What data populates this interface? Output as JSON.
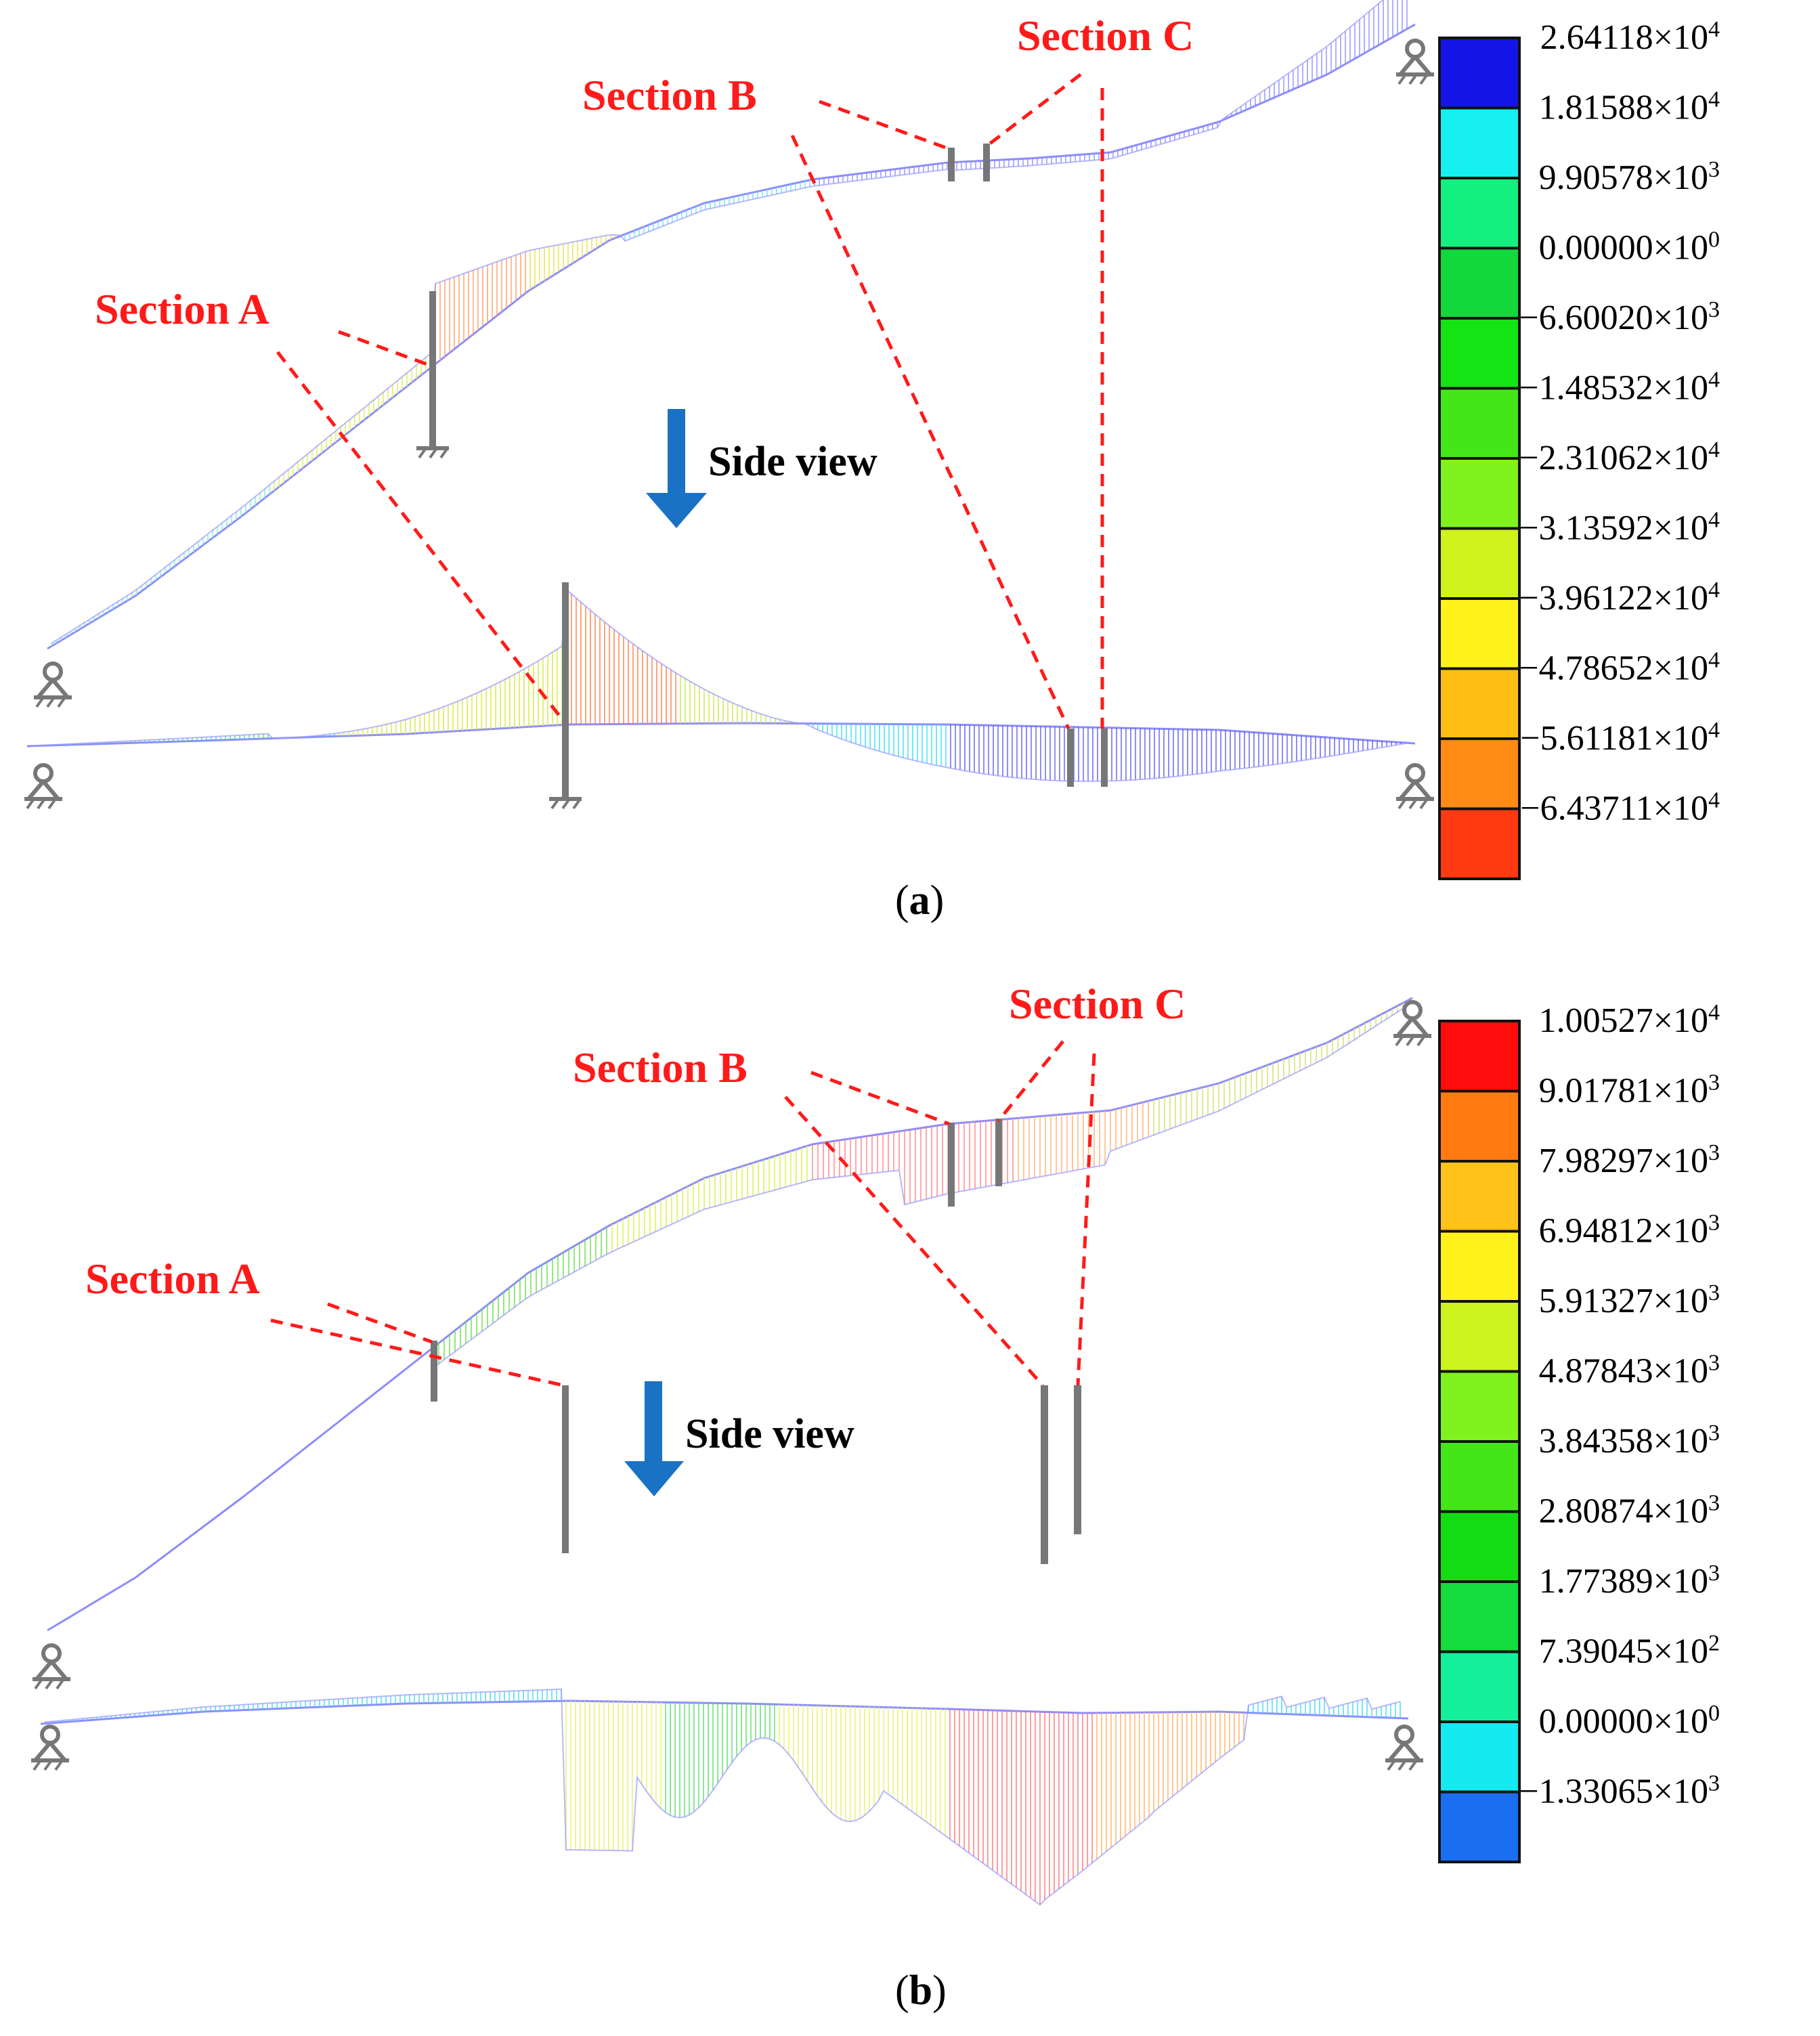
{
  "panels": [
    {
      "id": "a",
      "caption_letter": "a",
      "labels": {
        "section_a": "Section A",
        "section_b": "Section B",
        "section_c": "Section C",
        "side_view": "Side view"
      },
      "legend": [
        {
          "mantissa": "2.64118",
          "exp": "4",
          "color": "#1414e6"
        },
        {
          "mantissa": "1.81588",
          "exp": "4",
          "color": "#16f0f0"
        },
        {
          "mantissa": "9.90578",
          "exp": "3",
          "color": "#14f080"
        },
        {
          "mantissa": "0.00000",
          "exp": "0",
          "color": "#12d83c"
        },
        {
          "mantissa": "−6.60020",
          "exp": "3",
          "color": "#14e414"
        },
        {
          "mantissa": "−1.48532",
          "exp": "4",
          "color": "#44e61a"
        },
        {
          "mantissa": "−2.31062",
          "exp": "4",
          "color": "#80f21e"
        },
        {
          "mantissa": "−3.13592",
          "exp": "4",
          "color": "#cff21a"
        },
        {
          "mantissa": "−3.96122",
          "exp": "4",
          "color": "#fff21a"
        },
        {
          "mantissa": "−4.78652",
          "exp": "4",
          "color": "#ffbe14"
        },
        {
          "mantissa": "−5.61181",
          "exp": "4",
          "color": "#ff8a14"
        },
        {
          "mantissa": "−6.43711",
          "exp": "4",
          "color": "#ff3a10"
        }
      ]
    },
    {
      "id": "b",
      "caption_letter": "b",
      "labels": {
        "section_a": "Section A",
        "section_b": "Section B",
        "section_c": "Section C",
        "side_view": "Side view"
      },
      "legend": [
        {
          "mantissa": "1.00527",
          "exp": "4",
          "color": "#ff0d0d"
        },
        {
          "mantissa": "9.01781",
          "exp": "3",
          "color": "#ff7a10"
        },
        {
          "mantissa": "7.98297",
          "exp": "3",
          "color": "#ffc21a"
        },
        {
          "mantissa": "6.94812",
          "exp": "3",
          "color": "#fff21a"
        },
        {
          "mantissa": "5.91327",
          "exp": "3",
          "color": "#cdf21e"
        },
        {
          "mantissa": "4.87843",
          "exp": "3",
          "color": "#80f21e"
        },
        {
          "mantissa": "3.84358",
          "exp": "3",
          "color": "#44e61a"
        },
        {
          "mantissa": "2.80874",
          "exp": "3",
          "color": "#14dc14"
        },
        {
          "mantissa": "1.77389",
          "exp": "3",
          "color": "#14dc3c"
        },
        {
          "mantissa": "7.39045",
          "exp": "2",
          "color": "#14f09a"
        },
        {
          "mantissa": "0.00000",
          "exp": "0",
          "color": "#14eaf0"
        },
        {
          "mantissa": "−1.33065",
          "exp": "3",
          "color": "#1a6ef0"
        }
      ]
    }
  ],
  "legend_multiplier": "×10",
  "colors": {
    "annotation": "#ff1a1a",
    "arrow": "#1a72c4",
    "member": "#777777",
    "beam_line": "#8c8cff"
  }
}
